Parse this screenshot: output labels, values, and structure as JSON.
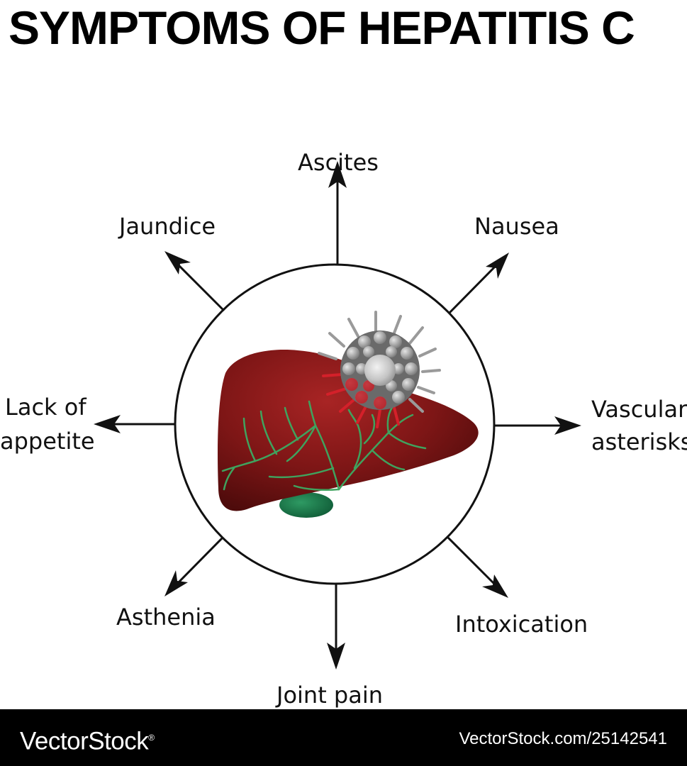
{
  "title": "SYMPTOMS OF HEPATITIS C",
  "symptoms": {
    "ascites": "Ascites",
    "nausea": "Nausea",
    "jaundice": "Jaundice",
    "lack_of_appetite_line1": "Lack of",
    "lack_of_appetite_line2": "appetite",
    "vascular_line1": "Vascular",
    "vascular_line2": "asterisks",
    "asthenia": "Asthenia",
    "intoxication": "Intoxication",
    "joint_pain": "Joint pain"
  },
  "footer": {
    "brand": "VectorStock",
    "registered_mark": "®",
    "image_id": "VectorStock.com/25142541"
  },
  "colors": {
    "liver": "#8a1a1a",
    "gallbladder": "#1b7a4c",
    "vessels": "#3fa35e",
    "virus": "#9a9a9a",
    "virus_infected": "#d4202a",
    "footer_bg": "#000000"
  }
}
